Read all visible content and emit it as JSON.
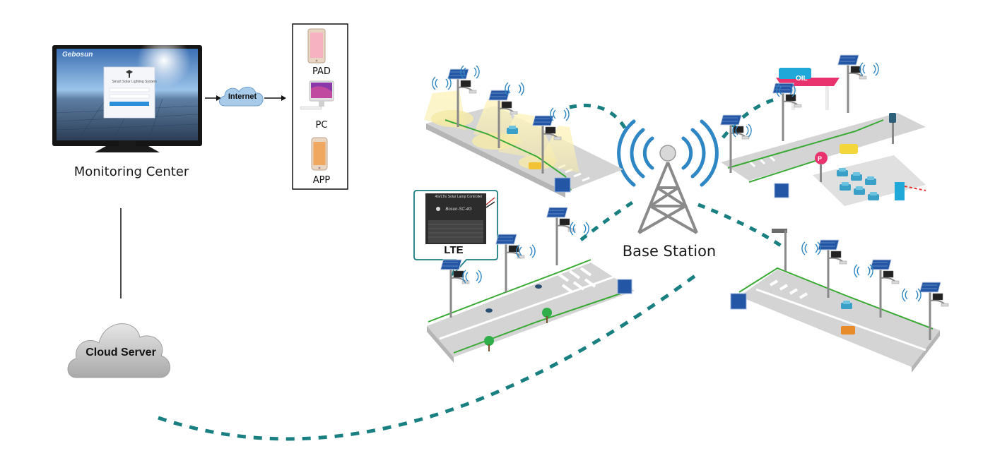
{
  "monitoring_center": {
    "label": "Monitoring Center",
    "screen_brand": "Gebosun",
    "screen_title": "Smart Solar Lighting System"
  },
  "network": {
    "internet_label": "Internet",
    "cloud_label": "Cloud Server",
    "base_station_label": "Base Station"
  },
  "devices": [
    {
      "label": "PAD",
      "icon": "tablet-icon"
    },
    {
      "label": "PC",
      "icon": "desktop-computer-icon"
    },
    {
      "label": "APP",
      "icon": "smartphone-icon"
    }
  ],
  "controller": {
    "callout_label": "LTE",
    "title": "4G/LTE Solar Lamp Controller",
    "model": "Bosun-SC-4G"
  },
  "signs": {
    "gas_station": "OIL",
    "parking": "P"
  },
  "colors": {
    "signal_dash": "#1a7f80",
    "signal_wave": "#2f86c4",
    "road_line": "#3aaa35",
    "cloud": "#c9c9c9",
    "road": "#cfcfcf",
    "solar_panel": "#2456a6"
  }
}
